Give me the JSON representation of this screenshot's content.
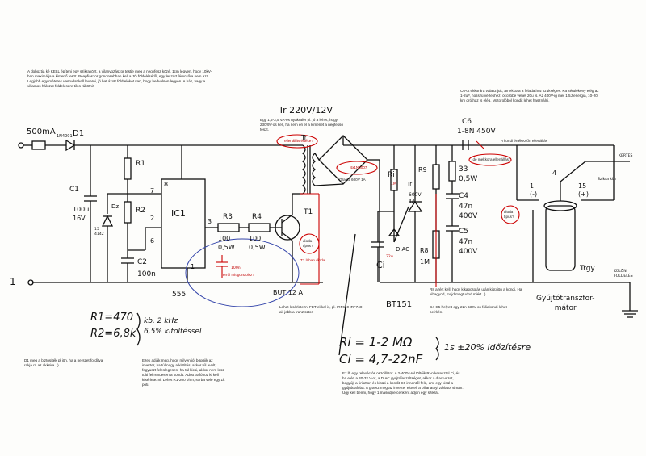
{
  "labels": {
    "fuse": "500mA",
    "d1_type": "1N4001",
    "d1": "D1",
    "r1": "R1",
    "r2": "R2",
    "c1": "C1",
    "c1_val": "100u\n16V",
    "dz_val": "15\n4142",
    "dz": "Dz",
    "c2": "C2",
    "c2_val": "100n",
    "ic": "IC1",
    "pin7": "7",
    "pin8": "8",
    "pin6": "6",
    "pin3": "3",
    "pin2": "2",
    "pin1": "1",
    "r3": "R3",
    "r4": "R4",
    "r3_val": "100\n0,5W",
    "r4_val": "100\n0,5W",
    "t1": "T1",
    "ic_name": "555",
    "t1_name": "BUT 12 A",
    "tr_title": "Tr  220V/12V",
    "tr": "Tr",
    "ri": "Ri",
    "ri_val": "1M",
    "tr_thy": "Tr",
    "thy_val": "600V\n4A",
    "diac": "DIAC",
    "ci": "Ci",
    "ci_val": "22u",
    "thy_name": "BT151",
    "r9": "R9",
    "r8": "R8",
    "r8_val": "1M",
    "r_33": "33\n0,5W",
    "c6": "C6",
    "c6_val": "1-8N 450V",
    "c4": "C4",
    "c4_val": "47n\n400V",
    "c5": "C5",
    "c5_val": "47n\n400V",
    "coil_minus": "1\n(-)",
    "coil_4": "4",
    "coil_15": "15\n(+)",
    "trgy": "Trgy",
    "coil_name": "Gyújtótranszfor-\nmátor",
    "kertes": "KERTES",
    "szikra": "Szikra köz",
    "kulon": "KÜLÖN\nFÖLDELÉS",
    "input": "1",
    "cap_100n": "100n"
  },
  "formulas": {
    "r1": "R1=470",
    "r2": "R2=6,8k",
    "r_note": "kb. 2 kHz\n6,5% kitöltéssel",
    "ri": "Ri = 1-2 MΩ",
    "ci": "Ci = 4,7-22nF",
    "t_note": "1s ±20% időzítésre"
  },
  "annotations": {
    "top_left": "A doboztia ké KELL építeni egy szikraközt, a vilanyozászor testje meg a negyfesz közé. 1cm legyen, hogy 10kV-ban maximálja a kimenő feszt. Beapfiaszor gondosabban kell a JÓ földeléséről, egy leszúrt fémcsőra nem az! Legjobb egy méteres vasrudat kell leverni, jó hat ázott földteleket van, hogy bedvelsen legyen. A ház, vagy a villamos hálózat földelésére tilos rákötni!",
    "tr_note": "Egy 1,5-3,5 VA-es nyákrafer pl. jó a lehet, hogy 230/9V-os kell, ha nem éri el a kimenet a negfesső feszt.",
    "right_top": "C6-ot ekkorára választjuk, amekkora a feladathoz szükséges. Ka sérülékeny elég az 1-2uF, hosszú vérlekhez, óccsóbe vehet 20u is. Az 400V-ig mer 1,5J energia, 10-20 km drótház is elég. Motorolóból kondit lehet használni.",
    "bubble_ellenallas": "ellenállás értéke?",
    "bubble_bridge": "4x1N4007",
    "bridge_note": "Graetz 600V 1A",
    "bubble_dioda1": "dioda\ntípus?",
    "t1_labe": "T1 lában dioda",
    "bubble_kondi": "A kondi értékezlőn ellenállás",
    "bubble_mekkora": "de mekkora ellenállás?",
    "bubble_dioda2": "dioda\ntípus?",
    "enh_question": "erről mit gondolsz?",
    "t1_note": "Lehet kisérletezni FET-ekkel is, pl. IRF640 IRF740-ak jobb a tranzisztor.",
    "d1_note": "D1 meg a biztosíték pl jön, ha a perszet fordítva rakja rá az akksira. :)",
    "middle_note": "Ezek adják meg, hogy milyen jól bögöjik az inverter, ha túl nagy a kitöltés, akkor túl avult, fogyaszt feleslegesen, ha túl kicsi, akkor nem lesz tölti fel rendesen a kondit. Adott trafóhoz ki kell kísérletezni. Lehet R1-200 ohm, sorba vele egy 1k poti.",
    "r8_note": "R8 azért kell, hogy kikapcsolás után kisüljön a kondi. Ha kihagyod, majd megtudod miért. :)",
    "c4_note": "C4-C5 helyett egy 22n 630V-os fóliakondi lehet beírkén.",
    "bottom_note": "Ez lb egy relaxációs oszcillátor. A 2-400V-ról töltőik Ri-n keresztül Ci, és ha eléri a 30-32 V-ot, a DIAC gyújtófeszültséget, akkor a diac vezet, begyújt a tirisztor, és kisüti a kondit C6 innentől felé, ami egy kisül a gyújtótrafóba. A graetz meg az inverter eloseli a pillanatnyi zárlatot simán. Úgy kell beírni, hogy 1 másodpercenként adjon egy szikrát."
  },
  "colors": {
    "ink": "#111111",
    "red": "#cc0000",
    "blue": "#3344aa"
  }
}
